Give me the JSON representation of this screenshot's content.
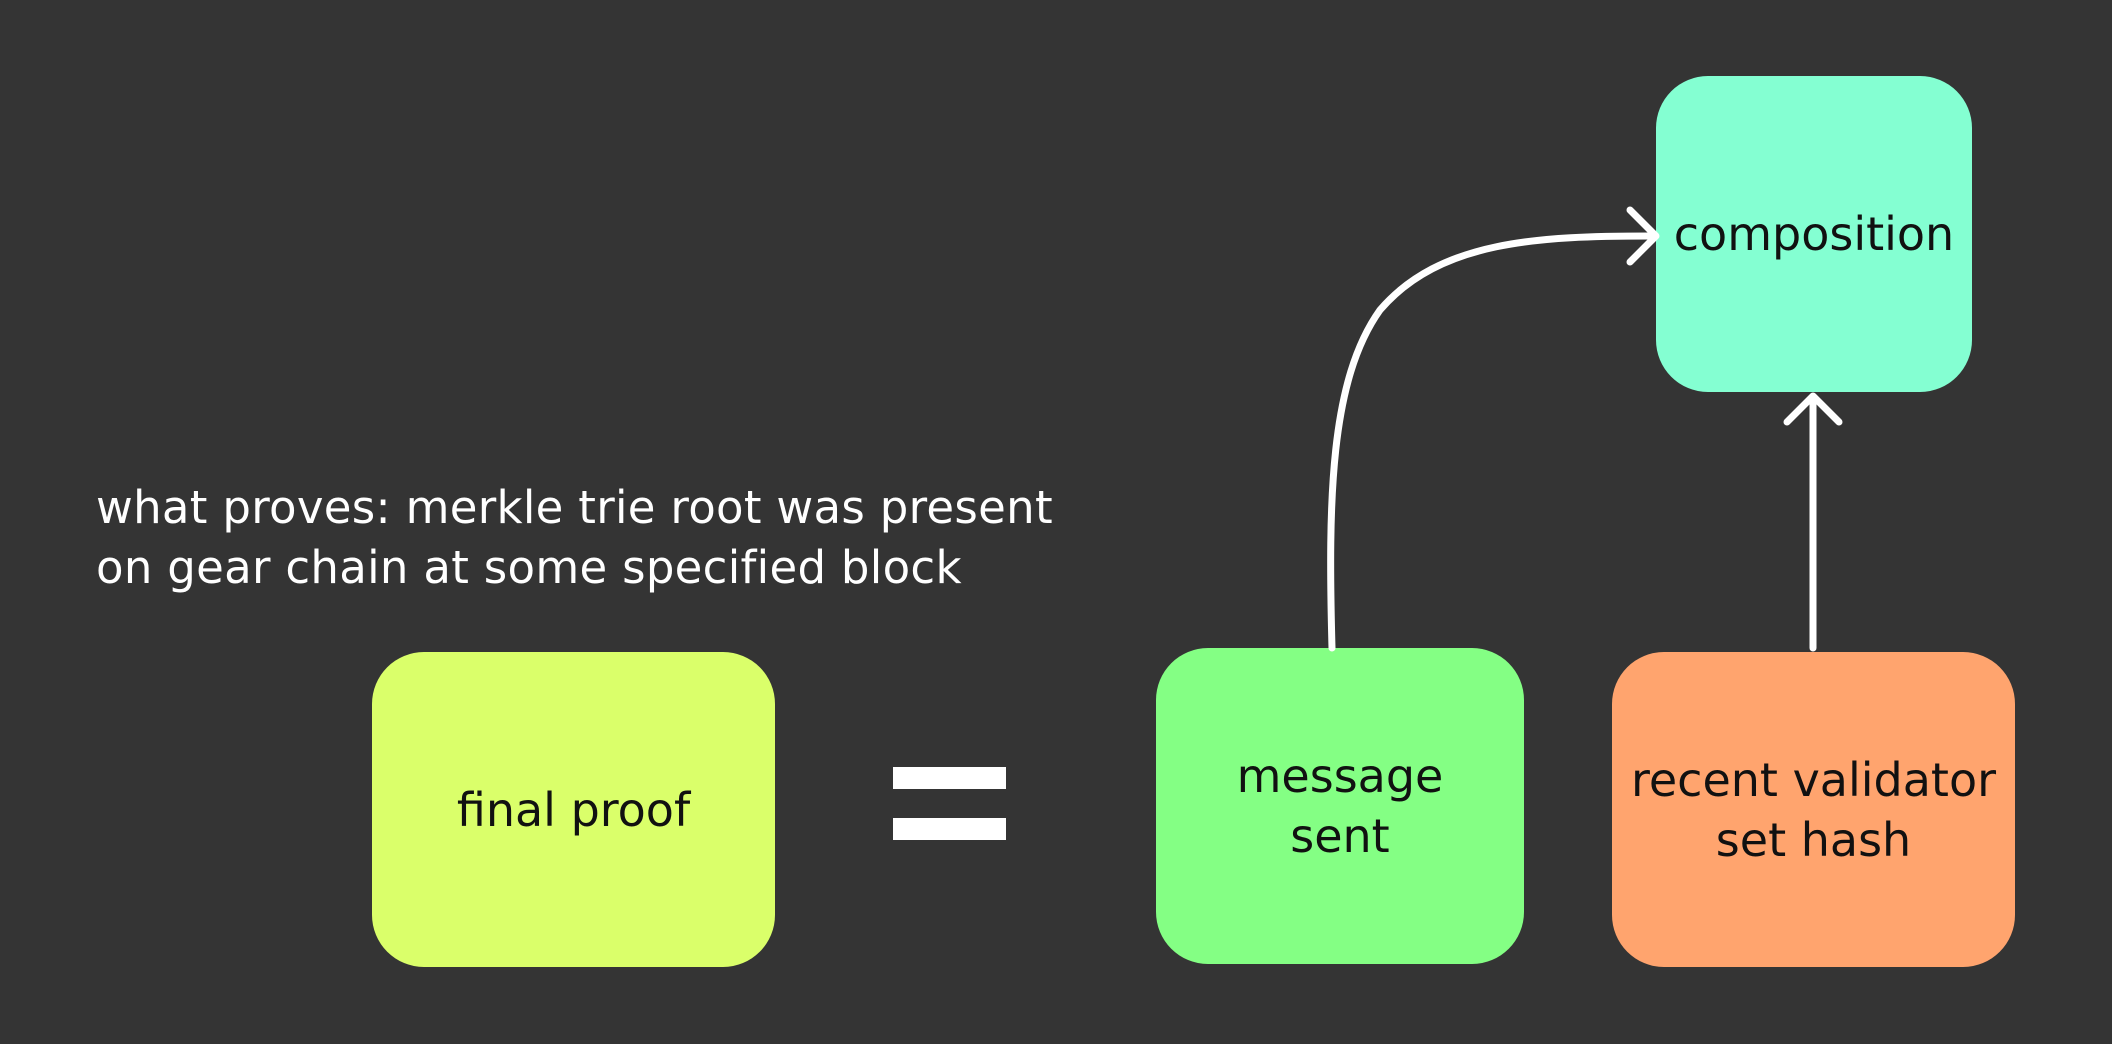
{
  "caption": {
    "line1": "what proves: merkle trie root was present",
    "line2": "on gear chain at some specified block"
  },
  "nodes": {
    "final_proof": {
      "line1": "final proof",
      "color": "#DAFF6A"
    },
    "message_sent": {
      "line1": "message",
      "line2": "sent",
      "color": "#84FF84"
    },
    "validator_set": {
      "line1": "recent validator",
      "line2": "set hash",
      "color": "#FFA46E"
    },
    "composition": {
      "line1": "composition",
      "color": "#84FFD2"
    }
  },
  "equals": {
    "color": "#FFFFFF"
  },
  "edges": [
    {
      "from": "message sent",
      "to": "composition"
    },
    {
      "from": "recent validator set hash",
      "to": "composition"
    }
  ],
  "colors": {
    "background": "#343434",
    "text_light": "#FFFFFF",
    "text_dark": "#111111",
    "arrow": "#FFFFFF"
  }
}
